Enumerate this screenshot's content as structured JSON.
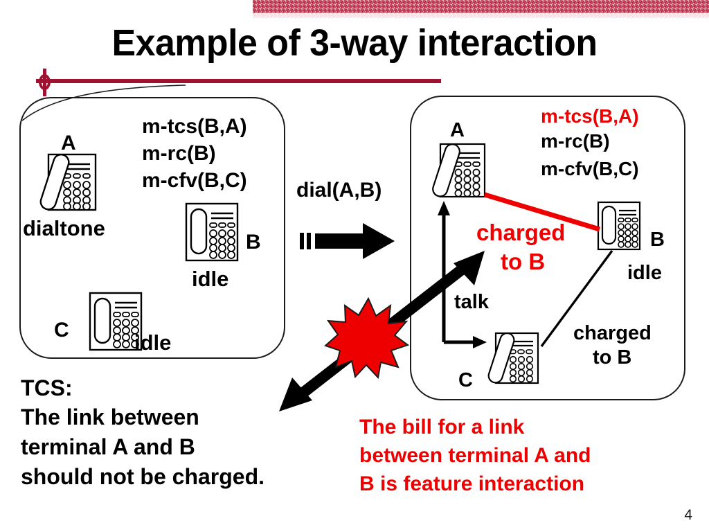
{
  "slide": {
    "title": "Example of 3-way interaction",
    "page_number": "4",
    "accent_color": "#9d1330",
    "alert_color": "#ee0000",
    "band_color": "#cf4a63"
  },
  "left_panel": {
    "messages": {
      "line1": "m-tcs(B,A)",
      "line2": "m-rc(B)",
      "line3": "m-cfv(B,C)"
    },
    "terminals": [
      {
        "id": "A",
        "label": "A",
        "state": "dialtone",
        "handset": "off-hook"
      },
      {
        "id": "B",
        "label": "B",
        "state": "idle",
        "handset": "on-hook"
      },
      {
        "id": "C",
        "label": "C",
        "state": "idle",
        "handset": "on-hook"
      }
    ]
  },
  "transition": {
    "label": "dial(A,B)",
    "arrow": "thick-right-arrow"
  },
  "right_panel": {
    "messages": {
      "line1": "m-tcs(B,A)",
      "line2": "m-rc(B)",
      "line3": "m-cfv(B,C)"
    },
    "terminals": [
      {
        "id": "A",
        "label": "A",
        "state": "",
        "handset": "off-hook"
      },
      {
        "id": "B",
        "label": "B",
        "state": "idle",
        "handset": "on-hook"
      },
      {
        "id": "C",
        "label": "C",
        "state": "",
        "handset": "off-hook"
      }
    ],
    "links": [
      {
        "from": "A",
        "to": "B",
        "label": "charged\nto B",
        "label_line1": "charged",
        "label_line2": "to B",
        "color": "#ee0000"
      },
      {
        "from": "A",
        "to": "C",
        "label": "talk",
        "color": "#000000"
      },
      {
        "from": "B",
        "to": "C",
        "label_line1": "charged",
        "label_line2": "to B",
        "color": "#000000"
      }
    ],
    "talk_label": "talk",
    "charged_red_line1": "charged",
    "charged_red_line2": "to B",
    "charged_black_line1": "charged",
    "charged_black_line2": "to B",
    "idle_label_b": "idle"
  },
  "notes": {
    "tcs_heading": "TCS:",
    "tcs_line1": "The link between",
    "tcs_line2": "terminal A and B",
    "tcs_line3": "should not be charged.",
    "conclusion_line1": "The bill for a link",
    "conclusion_line2": "between terminal A and",
    "conclusion_line3": "B is feature interaction"
  },
  "annotations": {
    "conflict_marker": "starburst",
    "conflict_arrow": "double-headed-diagonal-arrow"
  }
}
